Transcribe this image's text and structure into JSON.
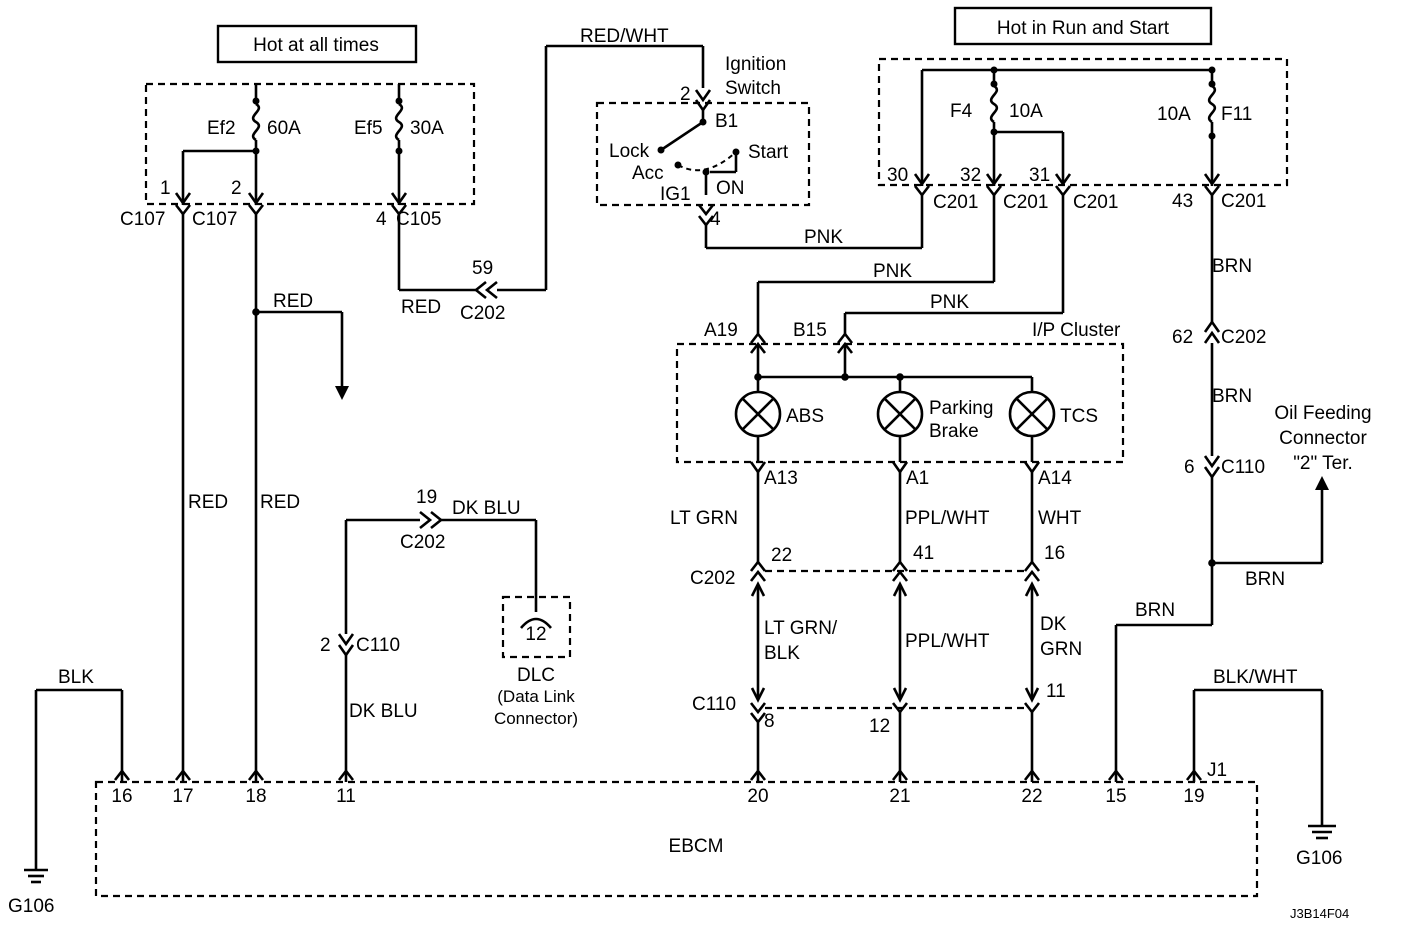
{
  "boxes": {
    "hot_all_times": "Hot at all times",
    "hot_run_start": "Hot in Run and Start"
  },
  "fuses": {
    "ef2": "Ef2",
    "ef2_rating": "60A",
    "ef5": "Ef5",
    "ef5_rating": "30A",
    "f4": "F4",
    "f4_rating": "10A",
    "f11": "F11",
    "f11_rating": "10A"
  },
  "ignition": {
    "title_1": "Ignition",
    "title_2": "Switch",
    "pin_2": "2",
    "b1": "B1",
    "lock": "Lock",
    "acc": "Acc",
    "start": "Start",
    "ig1": "IG1",
    "on": "ON",
    "pin_4": "4"
  },
  "wires": {
    "red_wht": "RED/WHT",
    "red_c202": "RED",
    "red_splice": "RED",
    "red_17": "RED",
    "red_18": "RED",
    "pnk_1": "PNK",
    "pnk_2": "PNK",
    "pnk_3": "PNK",
    "brn_1": "BRN",
    "brn_2": "BRN",
    "brn_3": "BRN",
    "brn_4": "BRN",
    "dk_blu_1": "DK BLU",
    "dk_blu_2": "DK BLU",
    "lt_grn": "LT GRN",
    "ppl_wht_1": "PPL/WHT",
    "wht": "WHT",
    "lt_grn_blk_1": "LT GRN/",
    "lt_grn_blk_2": "BLK",
    "ppl_wht_2": "PPL/WHT",
    "dk_grn_1": "DK",
    "dk_grn_2": "GRN",
    "blk": "BLK",
    "blk_wht": "BLK/WHT"
  },
  "connectors": {
    "c107_1_pin": "1",
    "c107_1": "C107",
    "c107_2_pin": "2",
    "c107_2": "C107",
    "c105_pin": "4",
    "c105": "C105",
    "c202_59_pin": "59",
    "c202_59": "C202",
    "c201_30_pin": "30",
    "c201_30": "C201",
    "c201_32_pin": "32",
    "c201_32": "C201",
    "c201_31_pin": "31",
    "c201_31": "C201",
    "c201_43_pin": "43",
    "c201_43": "C201",
    "c202_62_pin": "62",
    "c202_62": "C202",
    "c110_6_pin": "6",
    "c110_6": "C110",
    "c202_19_pin": "19",
    "c202_19": "C202",
    "c110_2_pin": "2",
    "c110_2": "C110",
    "c202_row": "C202",
    "c202_22": "22",
    "c202_41": "41",
    "c202_16": "16",
    "c110_row": "C110",
    "c110_8": "8",
    "c110_12": "12",
    "c110_11": "11"
  },
  "cluster": {
    "title": "I/P Cluster",
    "a19": "A19",
    "b15": "B15",
    "abs": "ABS",
    "parking_1": "Parking",
    "parking_2": "Brake",
    "tcs": "TCS",
    "a13": "A13",
    "a1": "A1",
    "a14": "A14"
  },
  "dlc": {
    "pin": "12",
    "label_1": "DLC",
    "label_2": "(Data Link",
    "label_3": "Connector)"
  },
  "oil": {
    "line_1": "Oil Feeding",
    "line_2": "Connector",
    "line_3": "\"2\" Ter."
  },
  "ebcm": {
    "label": "EBCM",
    "pins": [
      "16",
      "17",
      "18",
      "11",
      "20",
      "21",
      "22",
      "15",
      "19"
    ],
    "j1": "J1"
  },
  "grounds": {
    "left": "G106",
    "right": "G106"
  },
  "figure_id": "J3B14F04"
}
